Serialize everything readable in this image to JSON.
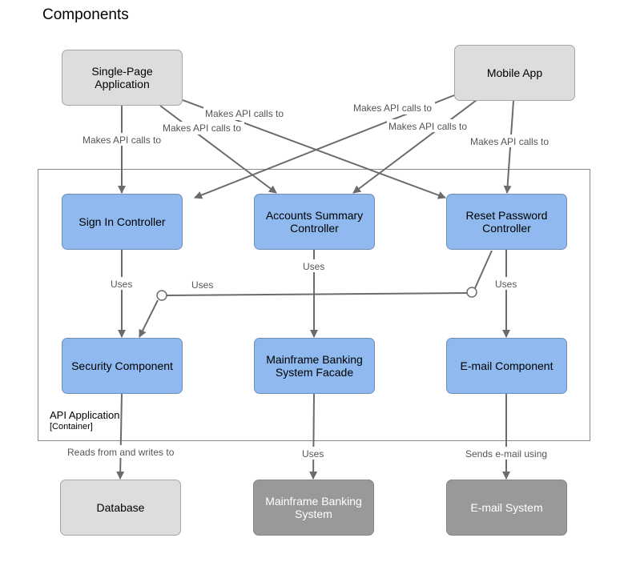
{
  "title": "Components",
  "container": {
    "name": "API Application",
    "type": "[Container]"
  },
  "nodes": {
    "spa": "Single-Page\nApplication",
    "mobile": "Mobile App",
    "signin": "Sign In Controller",
    "accounts": "Accounts Summary\nController",
    "reset": "Reset Password\nController",
    "security": "Security Component",
    "mainframe_facade": "Mainframe Banking\nSystem Facade",
    "email_component": "E-mail Component",
    "database": "Database",
    "mainframe_system": "Mainframe Banking\nSystem",
    "email_system": "E-mail System"
  },
  "edge_labels": {
    "spa_signin": "Makes API calls to",
    "spa_accounts": "Makes API calls to",
    "spa_reset": "Makes API calls to",
    "mobile_signin": "Makes API calls to",
    "mobile_accounts": "Makes API calls to",
    "mobile_reset": "Makes API calls to",
    "signin_security": "Uses",
    "reset_security": "Uses",
    "accounts_facade": "Uses",
    "reset_email": "Uses",
    "security_database": "Reads from and writes to",
    "facade_mainframe": "Uses",
    "email_system": "Sends e-mail using"
  }
}
